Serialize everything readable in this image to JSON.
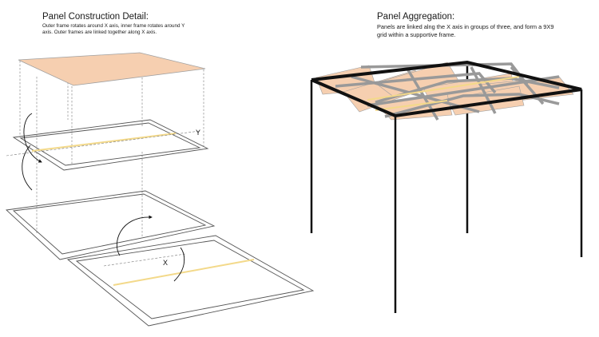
{
  "left_caption": {
    "title": "Panel Construction Detail:",
    "line1": "Outer frame rotates around X axis, inner frame rotates around Y",
    "line2": "axis. Outer frames are linked together along X axis."
  },
  "right_caption": {
    "title": "Panel Aggregation:",
    "line1": "Panels are linked alng the X axis in groups of three, and form a 9X9",
    "line2": "grid within a supportive frame."
  },
  "axis_labels": {
    "y": "Y",
    "x": "X"
  },
  "colors": {
    "panel_fill": "#f6cfb0",
    "panel_stroke": "#a0a0a0",
    "frame_stroke": "#555555",
    "axis_highlight": "#f3d98a",
    "steel": "#999999",
    "support": "#111111"
  }
}
